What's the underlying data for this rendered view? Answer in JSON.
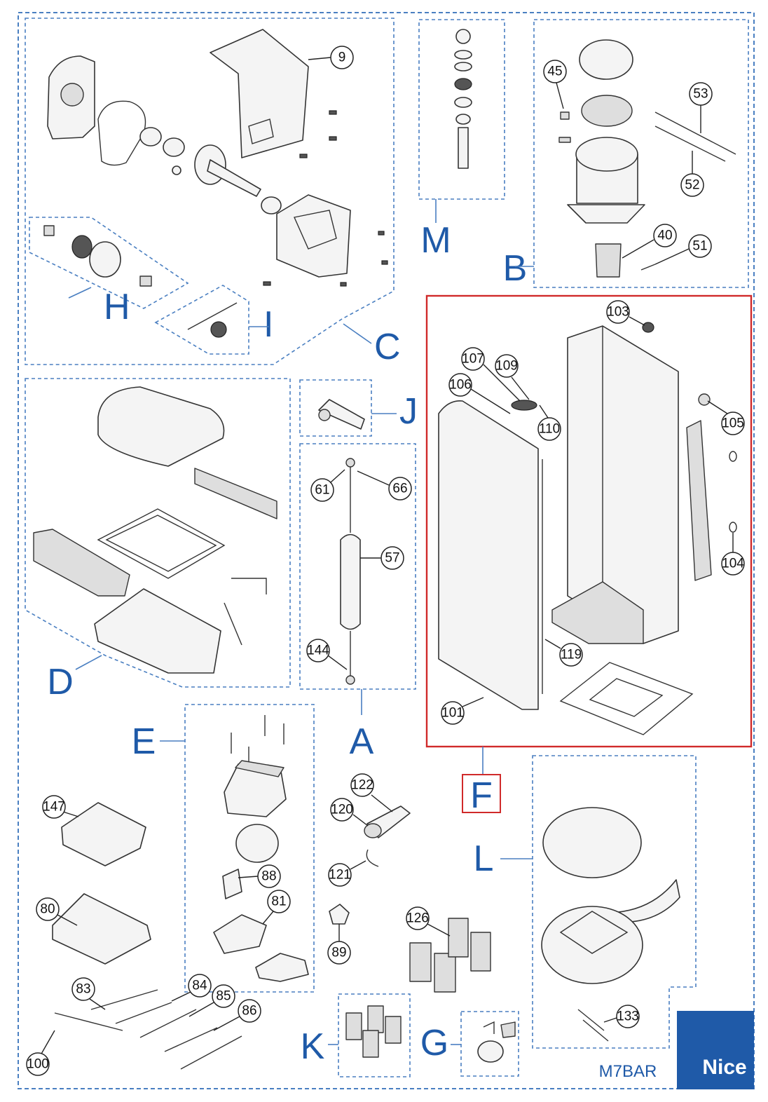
{
  "model": "M7BAR",
  "brand": "Nice",
  "groups": [
    {
      "id": "A",
      "letter": "A"
    },
    {
      "id": "B",
      "letter": "B"
    },
    {
      "id": "C",
      "letter": "C"
    },
    {
      "id": "D",
      "letter": "D"
    },
    {
      "id": "E",
      "letter": "E"
    },
    {
      "id": "F",
      "letter": "F"
    },
    {
      "id": "G",
      "letter": "G"
    },
    {
      "id": "H",
      "letter": "H"
    },
    {
      "id": "I",
      "letter": "I"
    },
    {
      "id": "J",
      "letter": "J"
    },
    {
      "id": "K",
      "letter": "K"
    },
    {
      "id": "L",
      "letter": "L"
    },
    {
      "id": "M",
      "letter": "M"
    }
  ],
  "callouts": [
    "9",
    "45",
    "53",
    "52",
    "40",
    "51",
    "103",
    "107",
    "109",
    "106",
    "110",
    "105",
    "104",
    "119",
    "101",
    "61",
    "66",
    "57",
    "144",
    "147",
    "88",
    "81",
    "80",
    "122",
    "120",
    "121",
    "89",
    "126",
    "83",
    "84",
    "85",
    "86",
    "100",
    "133"
  ],
  "highlighted_group": "F"
}
